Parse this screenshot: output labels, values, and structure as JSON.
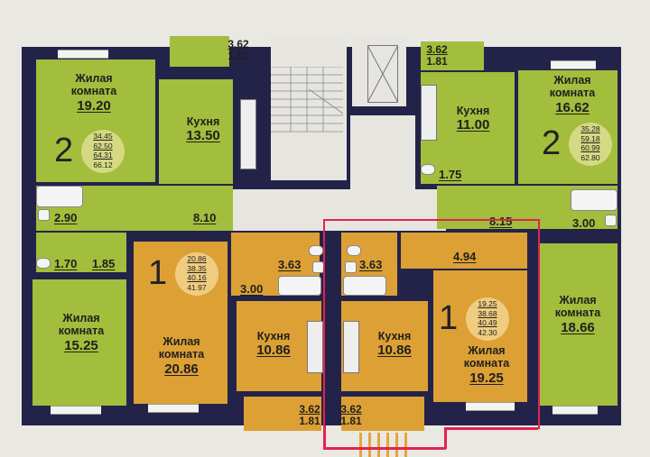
{
  "plan": {
    "highlight_color": "#e2234f",
    "colors": {
      "two_room": "#a3bd3c",
      "one_room": "#dca035",
      "wall": "#23234a",
      "common": "#e6e5e0"
    },
    "apartments": [
      {
        "id": "left-2room",
        "rooms_count": "2",
        "areas": [
          "34.45",
          "62.50",
          "64.31",
          "66.12"
        ],
        "living_room": {
          "name_1": "Жилая",
          "name_2": "комната",
          "area": "19.20"
        },
        "kitchen": {
          "name": "Кухня",
          "area": "13.50"
        },
        "balcony": {
          "area": "3.62",
          "area2": "1.81"
        },
        "bathroom_area": "2.90",
        "hall_area": "8.10",
        "wc_area": "1.70",
        "corridor_area": "1.85",
        "living_room_2": {
          "name_1": "Жилая",
          "name_2": "комната",
          "area": "15.25"
        }
      },
      {
        "id": "center-left-1room",
        "rooms_count": "1",
        "areas": [
          "20.86",
          "38.35",
          "40.16",
          "41.97"
        ],
        "living_room": {
          "name_1": "Жилая",
          "name_2": "комната",
          "area": "20.86"
        },
        "kitchen": {
          "name": "Кухня",
          "area": "10.86"
        },
        "bathroom_area": "3.63",
        "hall_area": "3.00",
        "balcony": {
          "area": "3.62",
          "area2": "1.81"
        }
      },
      {
        "id": "center-right-1room-highlighted",
        "rooms_count": "1",
        "areas": [
          "19.25",
          "38.68",
          "40.49",
          "42.30"
        ],
        "living_room": {
          "name_1": "Жилая",
          "name_2": "комната",
          "area": "19.25"
        },
        "kitchen": {
          "name": "Кухня",
          "area": "10.86"
        },
        "bathroom_area": "3.63",
        "hall_area": "4.94",
        "balcony": {
          "area": "3.62",
          "area2": "1.81"
        }
      },
      {
        "id": "right-2room",
        "rooms_count": "2",
        "areas": [
          "35.28",
          "59.18",
          "60.99",
          "62.80"
        ],
        "living_room": {
          "name_1": "Жилая",
          "name_2": "комната",
          "area": "16.62"
        },
        "kitchen": {
          "name": "Кухня",
          "area": "11.00"
        },
        "balcony": {
          "area": "3.62",
          "area2": "1.81"
        },
        "wc_area": "1.75",
        "hall_area": "8.15",
        "bathroom_area": "3.00",
        "living_room_2": {
          "name_1": "Жилая",
          "name_2": "комната",
          "area": "18.66"
        }
      }
    ]
  }
}
